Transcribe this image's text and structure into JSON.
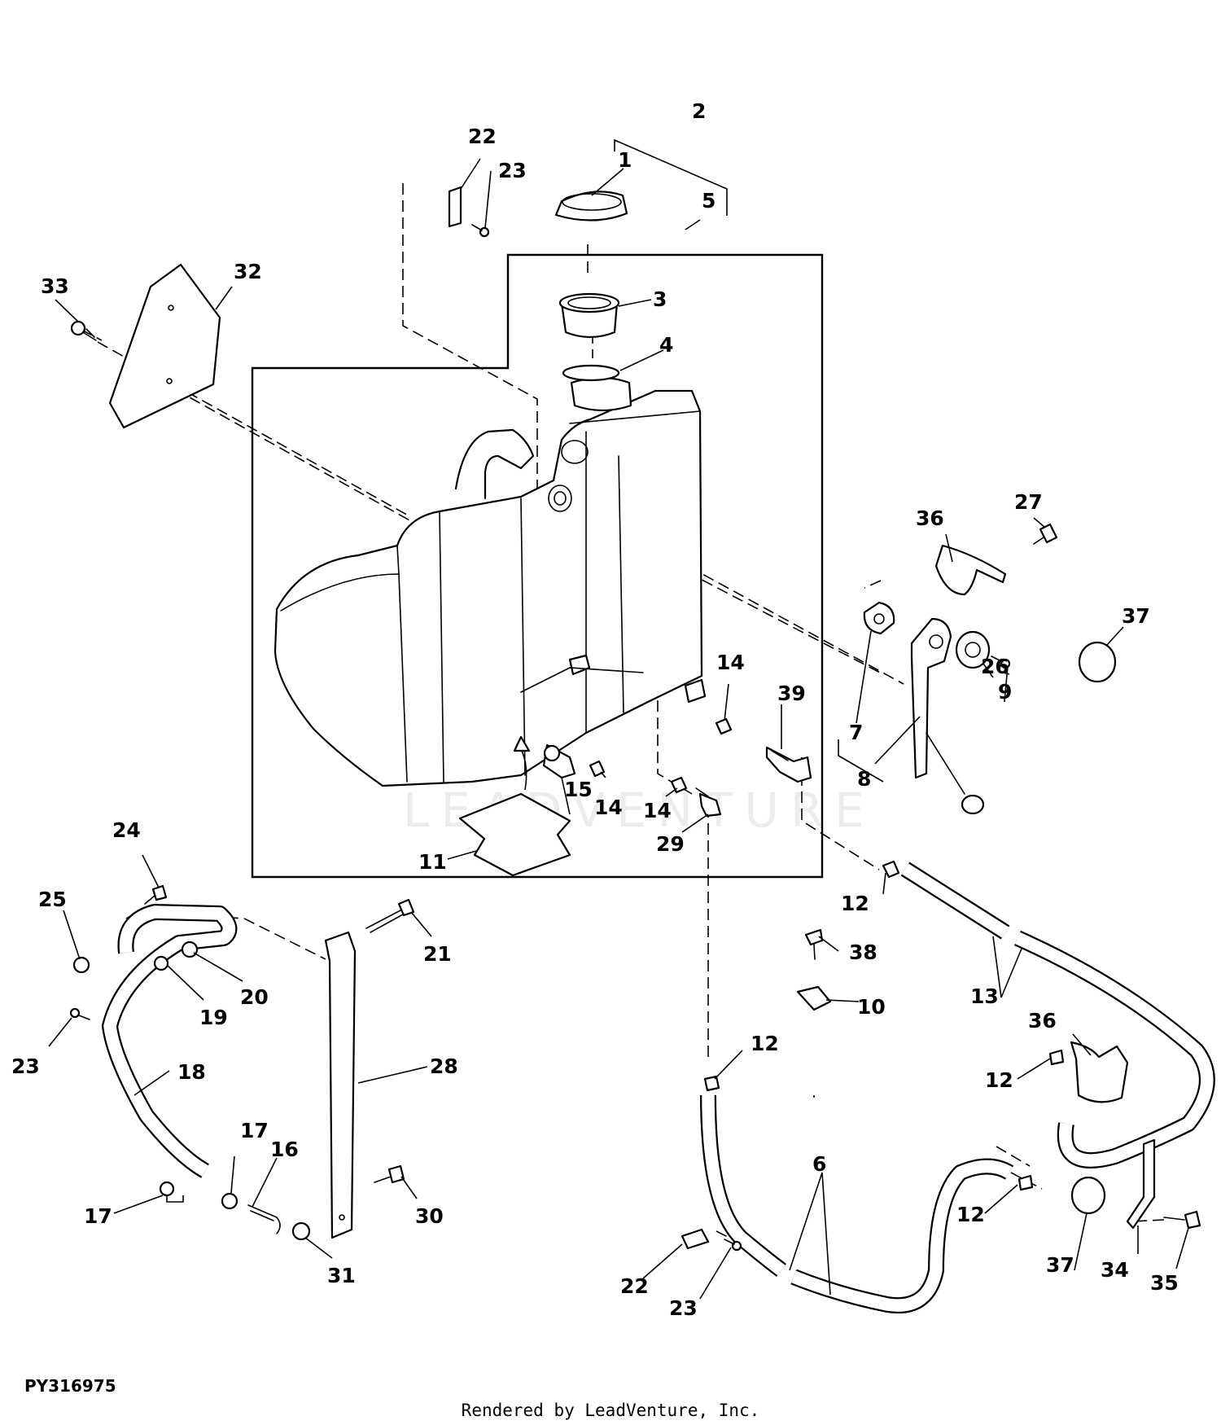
{
  "figure_id": "PY316975",
  "credit": "Rendered by LeadVenture, Inc.",
  "watermark": "LEADVENTURE",
  "callouts": [
    {
      "key": "c1",
      "text": "1"
    },
    {
      "key": "c2",
      "text": "2"
    },
    {
      "key": "c3",
      "text": "3"
    },
    {
      "key": "c4",
      "text": "4"
    },
    {
      "key": "c5",
      "text": "5"
    },
    {
      "key": "c6",
      "text": "6"
    },
    {
      "key": "c7",
      "text": "7"
    },
    {
      "key": "c8",
      "text": "8"
    },
    {
      "key": "c9",
      "text": "9"
    },
    {
      "key": "c10",
      "text": "10"
    },
    {
      "key": "c11",
      "text": "11"
    },
    {
      "key": "c12",
      "text": "12"
    },
    {
      "key": "c13",
      "text": "13"
    },
    {
      "key": "c14",
      "text": "14"
    },
    {
      "key": "c15",
      "text": "15"
    },
    {
      "key": "c16",
      "text": "16"
    },
    {
      "key": "c17",
      "text": "17"
    },
    {
      "key": "c18",
      "text": "18"
    },
    {
      "key": "c19",
      "text": "19"
    },
    {
      "key": "c20",
      "text": "20"
    },
    {
      "key": "c21",
      "text": "21"
    },
    {
      "key": "c22",
      "text": "22"
    },
    {
      "key": "c23",
      "text": "23"
    },
    {
      "key": "c24",
      "text": "24"
    },
    {
      "key": "c25",
      "text": "25"
    },
    {
      "key": "c26",
      "text": "26"
    },
    {
      "key": "c27",
      "text": "27"
    },
    {
      "key": "c28",
      "text": "28"
    },
    {
      "key": "c29",
      "text": "29"
    },
    {
      "key": "c30",
      "text": "30"
    },
    {
      "key": "c31",
      "text": "31"
    },
    {
      "key": "c32",
      "text": "32"
    },
    {
      "key": "c33",
      "text": "33"
    },
    {
      "key": "c34",
      "text": "34"
    },
    {
      "key": "c35",
      "text": "35"
    },
    {
      "key": "c36",
      "text": "36"
    },
    {
      "key": "c37",
      "text": "37"
    },
    {
      "key": "c38",
      "text": "38"
    },
    {
      "key": "c39",
      "text": "39"
    }
  ]
}
